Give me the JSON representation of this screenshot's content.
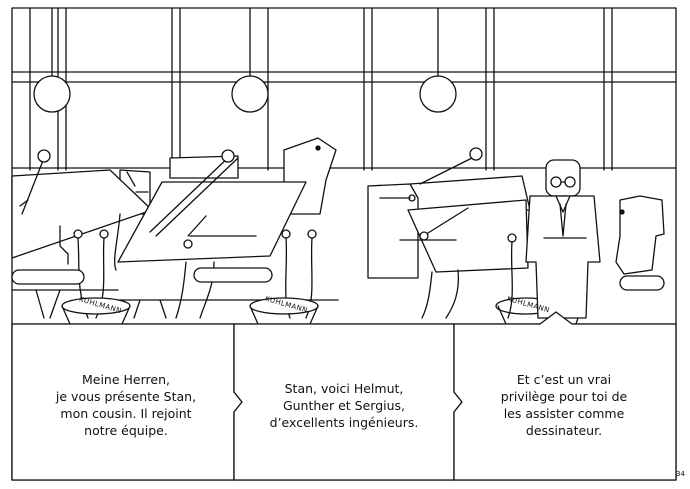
{
  "panel": {
    "stool_labels": [
      "KUHLMANN",
      "KUHLMANN",
      "KUHLMANN"
    ]
  },
  "captions": [
    "Meine Herren,\nje vous présente Stan,\nmon cousin. Il rejoint\nnotre équipe.",
    "Stan, voici Helmut,\nGunther et Sergius,\nd’excellents ingénieurs.",
    "Et c’est un vrai\nprivilège pour toi de\nles assister comme\ndessinateur."
  ],
  "page_number": "34"
}
